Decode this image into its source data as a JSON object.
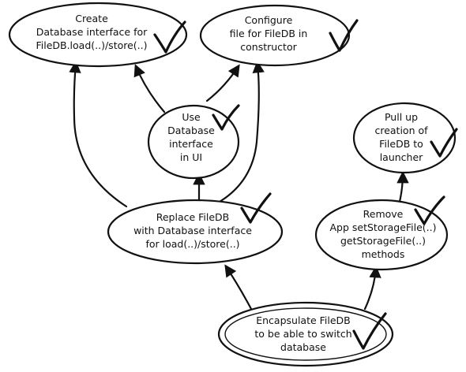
{
  "nodes": {
    "create_db_interface": {
      "lines": [
        "Create",
        "Database interface for",
        "FileDB.load(..)/store(..)"
      ],
      "done": true
    },
    "configure_file": {
      "lines": [
        "Configure",
        "file for FileDB in",
        "constructor"
      ],
      "done": true
    },
    "use_db_interface": {
      "lines": [
        "Use",
        "Database",
        "interface",
        "in UI"
      ],
      "done": true
    },
    "pull_up_creation": {
      "lines": [
        "Pull up",
        "creation of",
        "FileDB to",
        "launcher"
      ],
      "done": true
    },
    "replace_filedb": {
      "lines": [
        "Replace FileDB",
        "with Database interface",
        "for load(..)/store(..)"
      ],
      "done": true
    },
    "remove_methods": {
      "lines": [
        "Remove",
        "App setStorageFile(..)",
        "getStorageFile(..)",
        "methods"
      ],
      "done": true
    },
    "encapsulate_filedb": {
      "lines": [
        "Encapsulate FileDB",
        "to be able to switch",
        "database"
      ],
      "done": true,
      "goal": true
    }
  }
}
